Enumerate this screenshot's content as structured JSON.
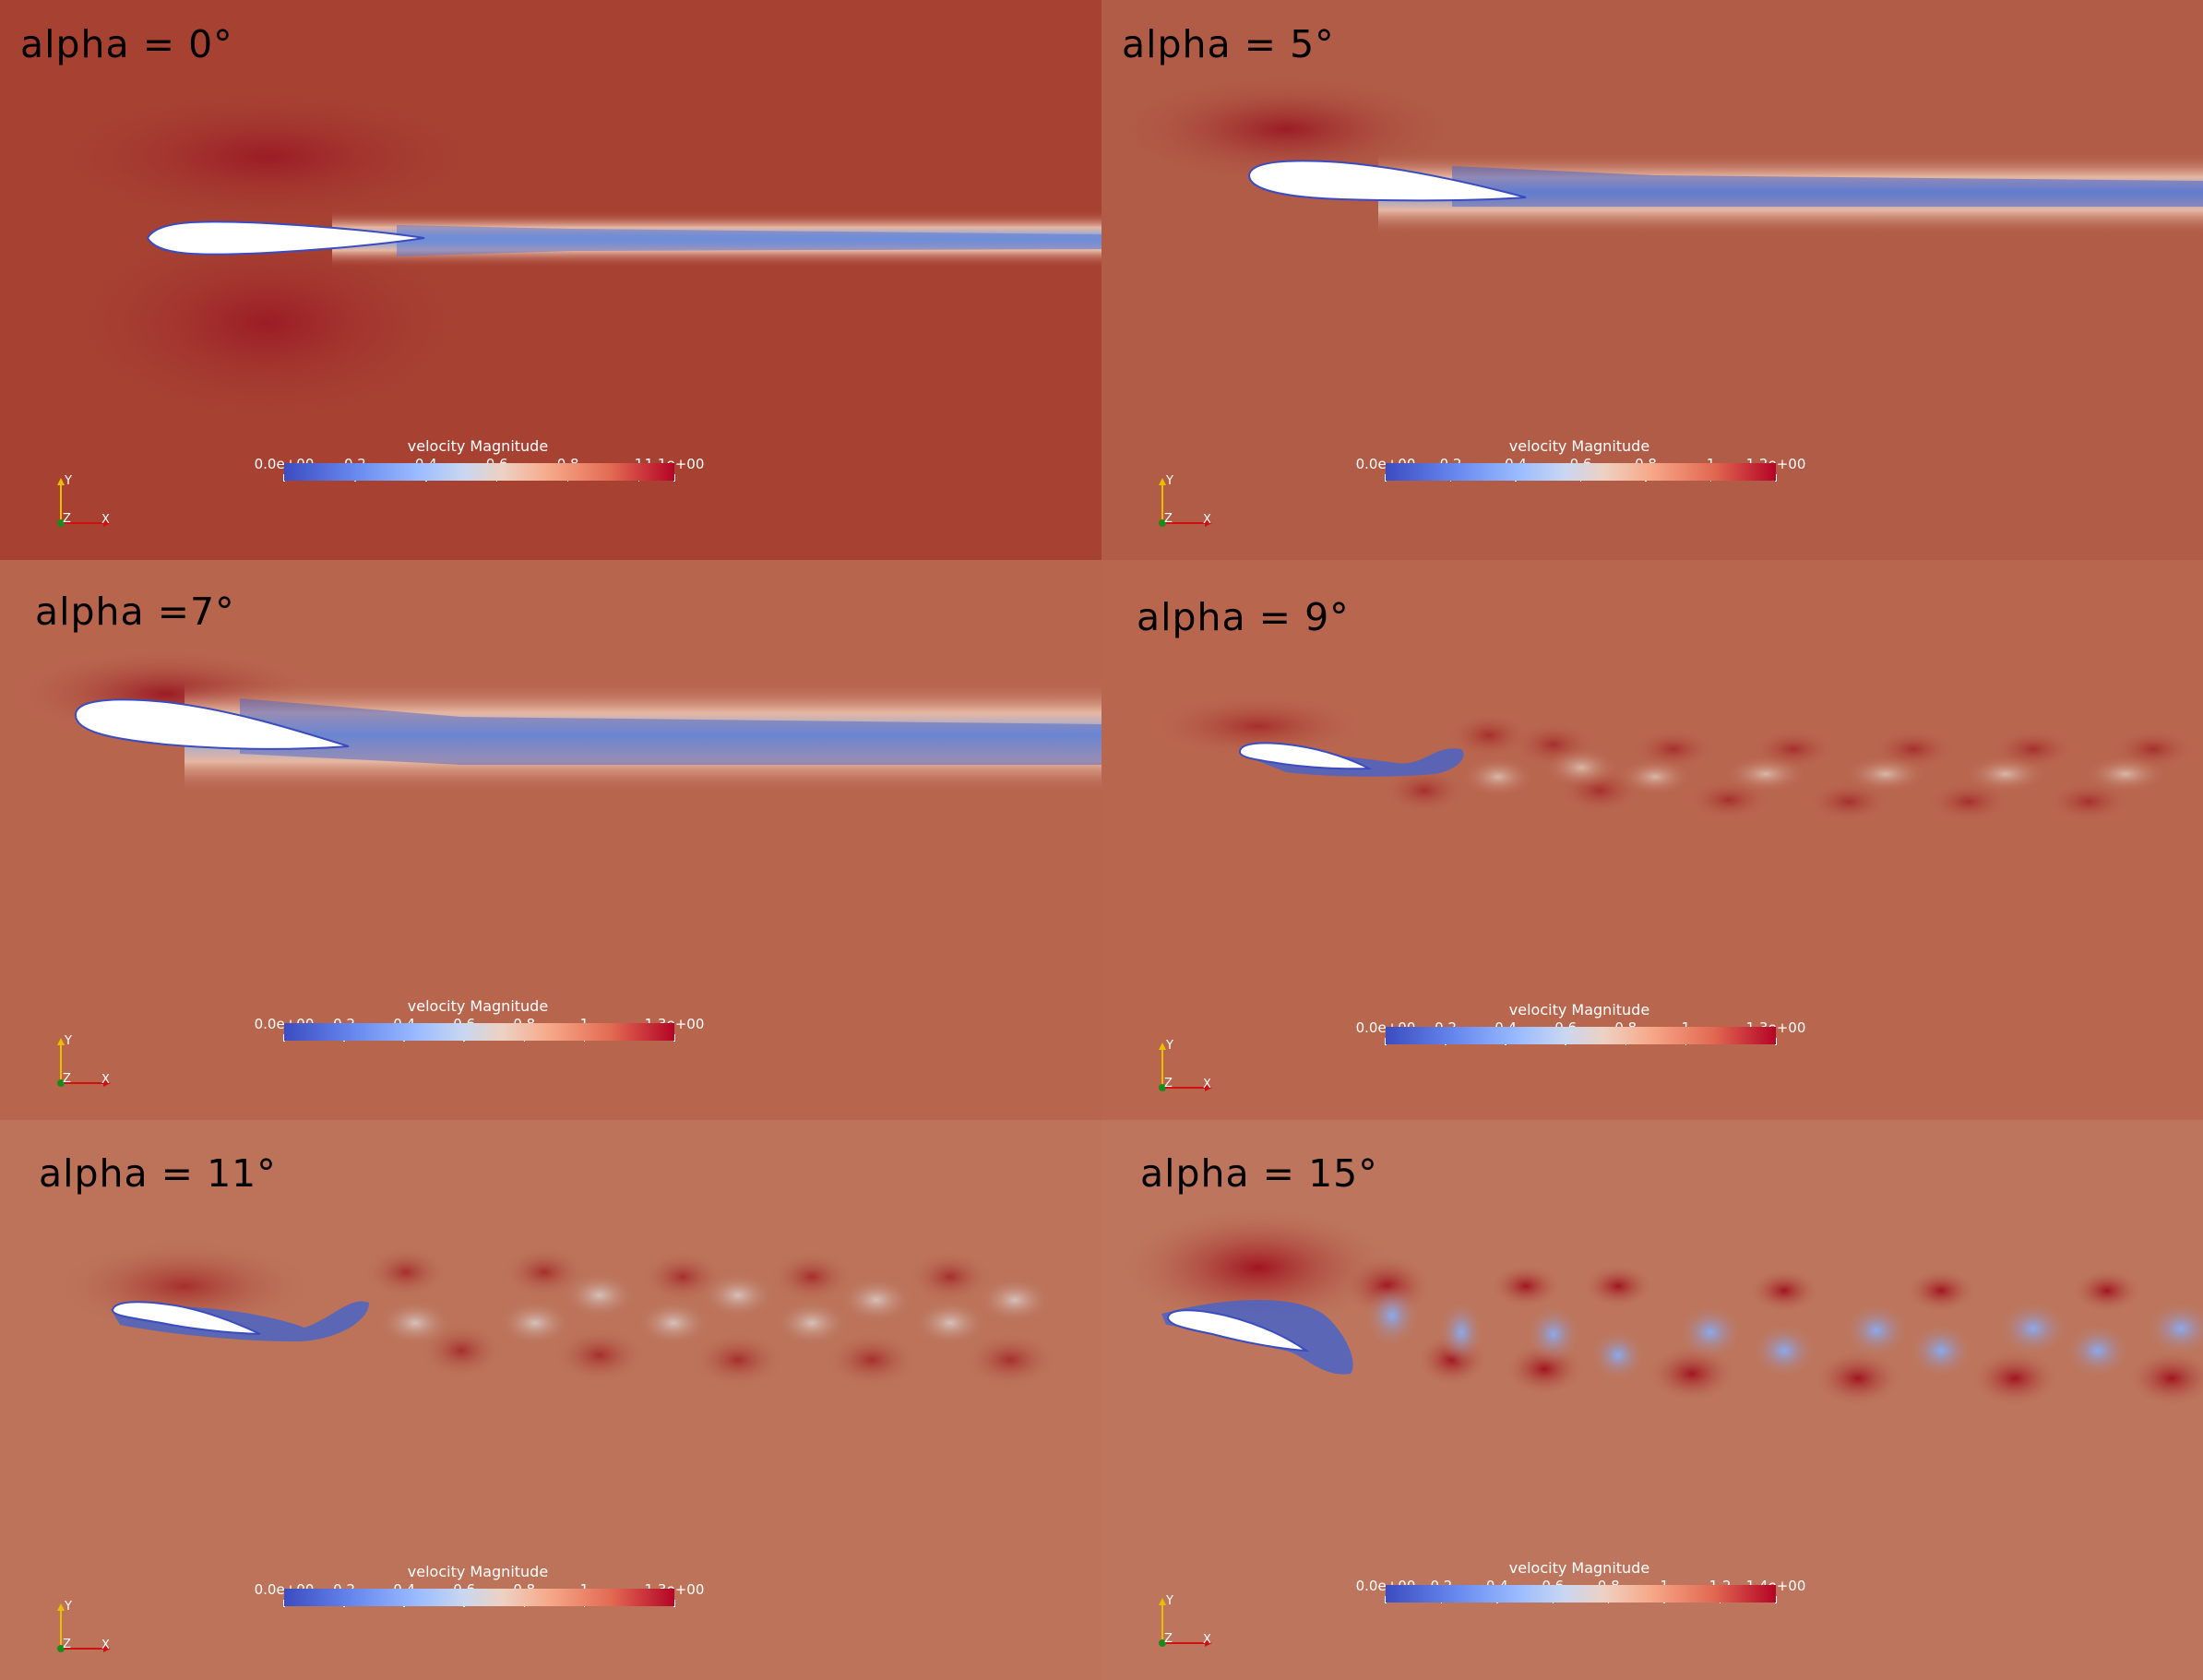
{
  "panels": [
    {
      "title": "alpha = 0°",
      "legend_title": "velocity Magnitude",
      "ticks": [
        "0.0e+00",
        "0.2",
        "0.4",
        "0.6",
        "0.8",
        "1",
        "1.1e+00"
      ],
      "tick_values": [
        0,
        0.2,
        0.4,
        0.6,
        0.8,
        1.0,
        1.1
      ],
      "range": [
        0,
        1.1
      ],
      "angle_deg": 0,
      "background": "#a74233",
      "axes": {
        "y": "Y",
        "z": "Z",
        "x": "X"
      }
    },
    {
      "title": "alpha = 5°",
      "legend_title": "velocity Magnitude",
      "ticks": [
        "0.0e+00",
        "0.2",
        "0.4",
        "0.6",
        "0.8",
        "1",
        "1.2e+00"
      ],
      "tick_values": [
        0,
        0.2,
        0.4,
        0.6,
        0.8,
        1.0,
        1.2
      ],
      "range": [
        0,
        1.2
      ],
      "angle_deg": 5,
      "background": "#b15c47",
      "axes": {
        "y": "Y",
        "z": "Z",
        "x": "X"
      }
    },
    {
      "title": "alpha =7°",
      "legend_title": "velocity Magnitude",
      "ticks": [
        "0.0e+00",
        "0.2",
        "0.4",
        "0.6",
        "0.8",
        "1",
        "1.3e+00"
      ],
      "tick_values": [
        0,
        0.2,
        0.4,
        0.6,
        0.8,
        1.0,
        1.3
      ],
      "range": [
        0,
        1.3
      ],
      "angle_deg": 7,
      "background": "#b8654e",
      "axes": {
        "y": "Y",
        "z": "Z",
        "x": "X"
      }
    },
    {
      "title": "alpha = 9°",
      "legend_title": "velocity Magnitude",
      "ticks": [
        "0.0e+00",
        "0.2",
        "0.4",
        "0.6",
        "0.8",
        "1",
        "1.3e+00"
      ],
      "tick_values": [
        0,
        0.2,
        0.4,
        0.6,
        0.8,
        1.0,
        1.3
      ],
      "range": [
        0,
        1.3
      ],
      "angle_deg": 9,
      "background": "#b9664f",
      "axes": {
        "y": "Y",
        "z": "Z",
        "x": "X"
      }
    },
    {
      "title": "alpha = 11°",
      "legend_title": "velocity Magnitude",
      "ticks": [
        "0.0e+00",
        "0.2",
        "0.4",
        "0.6",
        "0.8",
        "1",
        "1.3e+00"
      ],
      "tick_values": [
        0,
        0.2,
        0.4,
        0.6,
        0.8,
        1.0,
        1.3
      ],
      "range": [
        0,
        1.3
      ],
      "angle_deg": 11,
      "background": "#bc735a",
      "axes": {
        "y": "Y",
        "z": "Z",
        "x": "X"
      }
    },
    {
      "title": "alpha = 15°",
      "legend_title": "velocity Magnitude",
      "ticks": [
        "0.0e+00",
        "0.2",
        "0.4",
        "0.6",
        "0.8",
        "1",
        "1.2",
        "1.4e+00"
      ],
      "tick_values": [
        0,
        0.2,
        0.4,
        0.6,
        0.8,
        1.0,
        1.2,
        1.4
      ],
      "range": [
        0,
        1.4
      ],
      "angle_deg": 15,
      "background": "#bd765d",
      "axes": {
        "y": "Y",
        "z": "Z",
        "x": "X"
      }
    }
  ]
}
